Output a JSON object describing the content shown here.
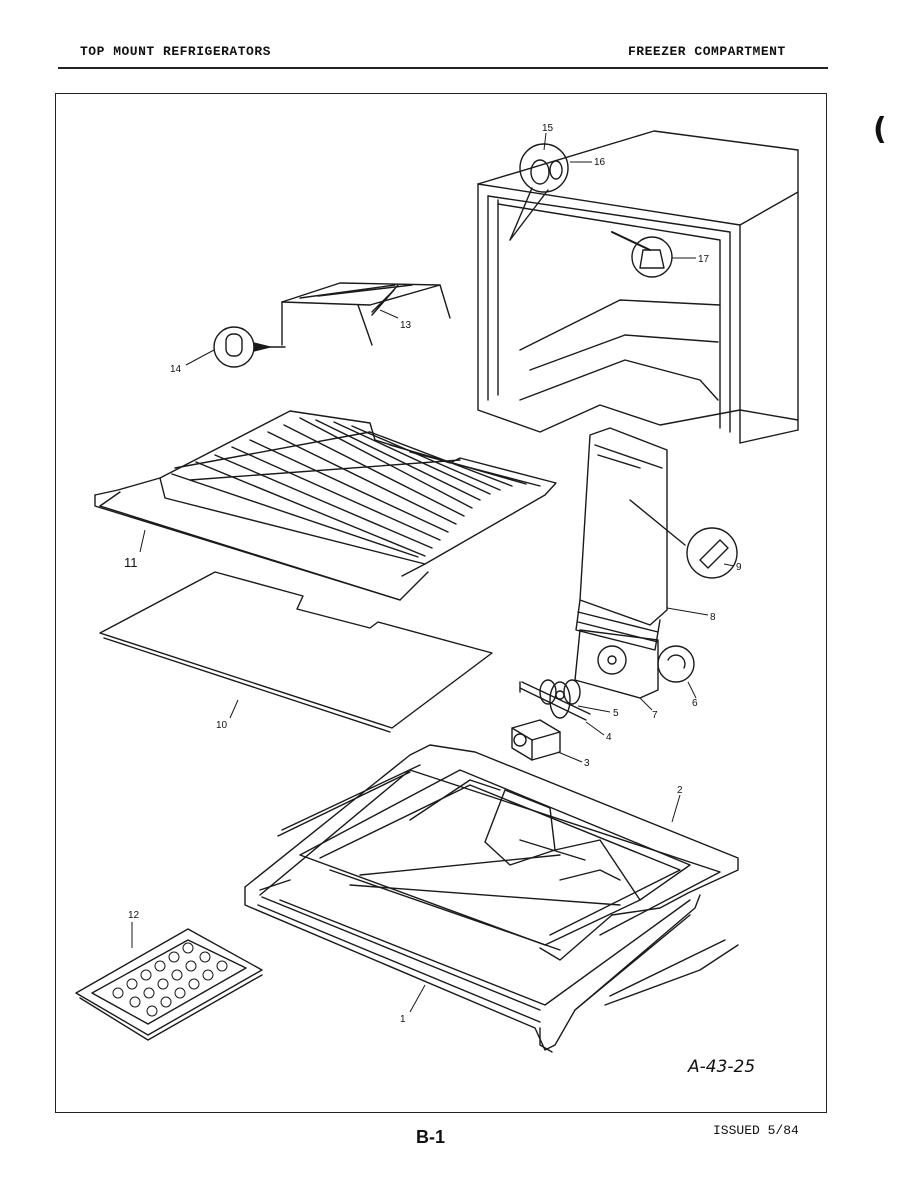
{
  "header": {
    "left_title": "TOP MOUNT REFRIGERATORS",
    "right_title": "FREEZER COMPARTMENT"
  },
  "margin_mark": "(",
  "diagram": {
    "drawing_number": "A-43-25",
    "callouts": [
      "1",
      "2",
      "3",
      "4",
      "5",
      "6",
      "7",
      "8",
      "9",
      "10",
      "11",
      "12",
      "13",
      "14",
      "15",
      "16",
      "17"
    ]
  },
  "footer": {
    "page": "B-1",
    "issued": "ISSUED 5/84"
  }
}
